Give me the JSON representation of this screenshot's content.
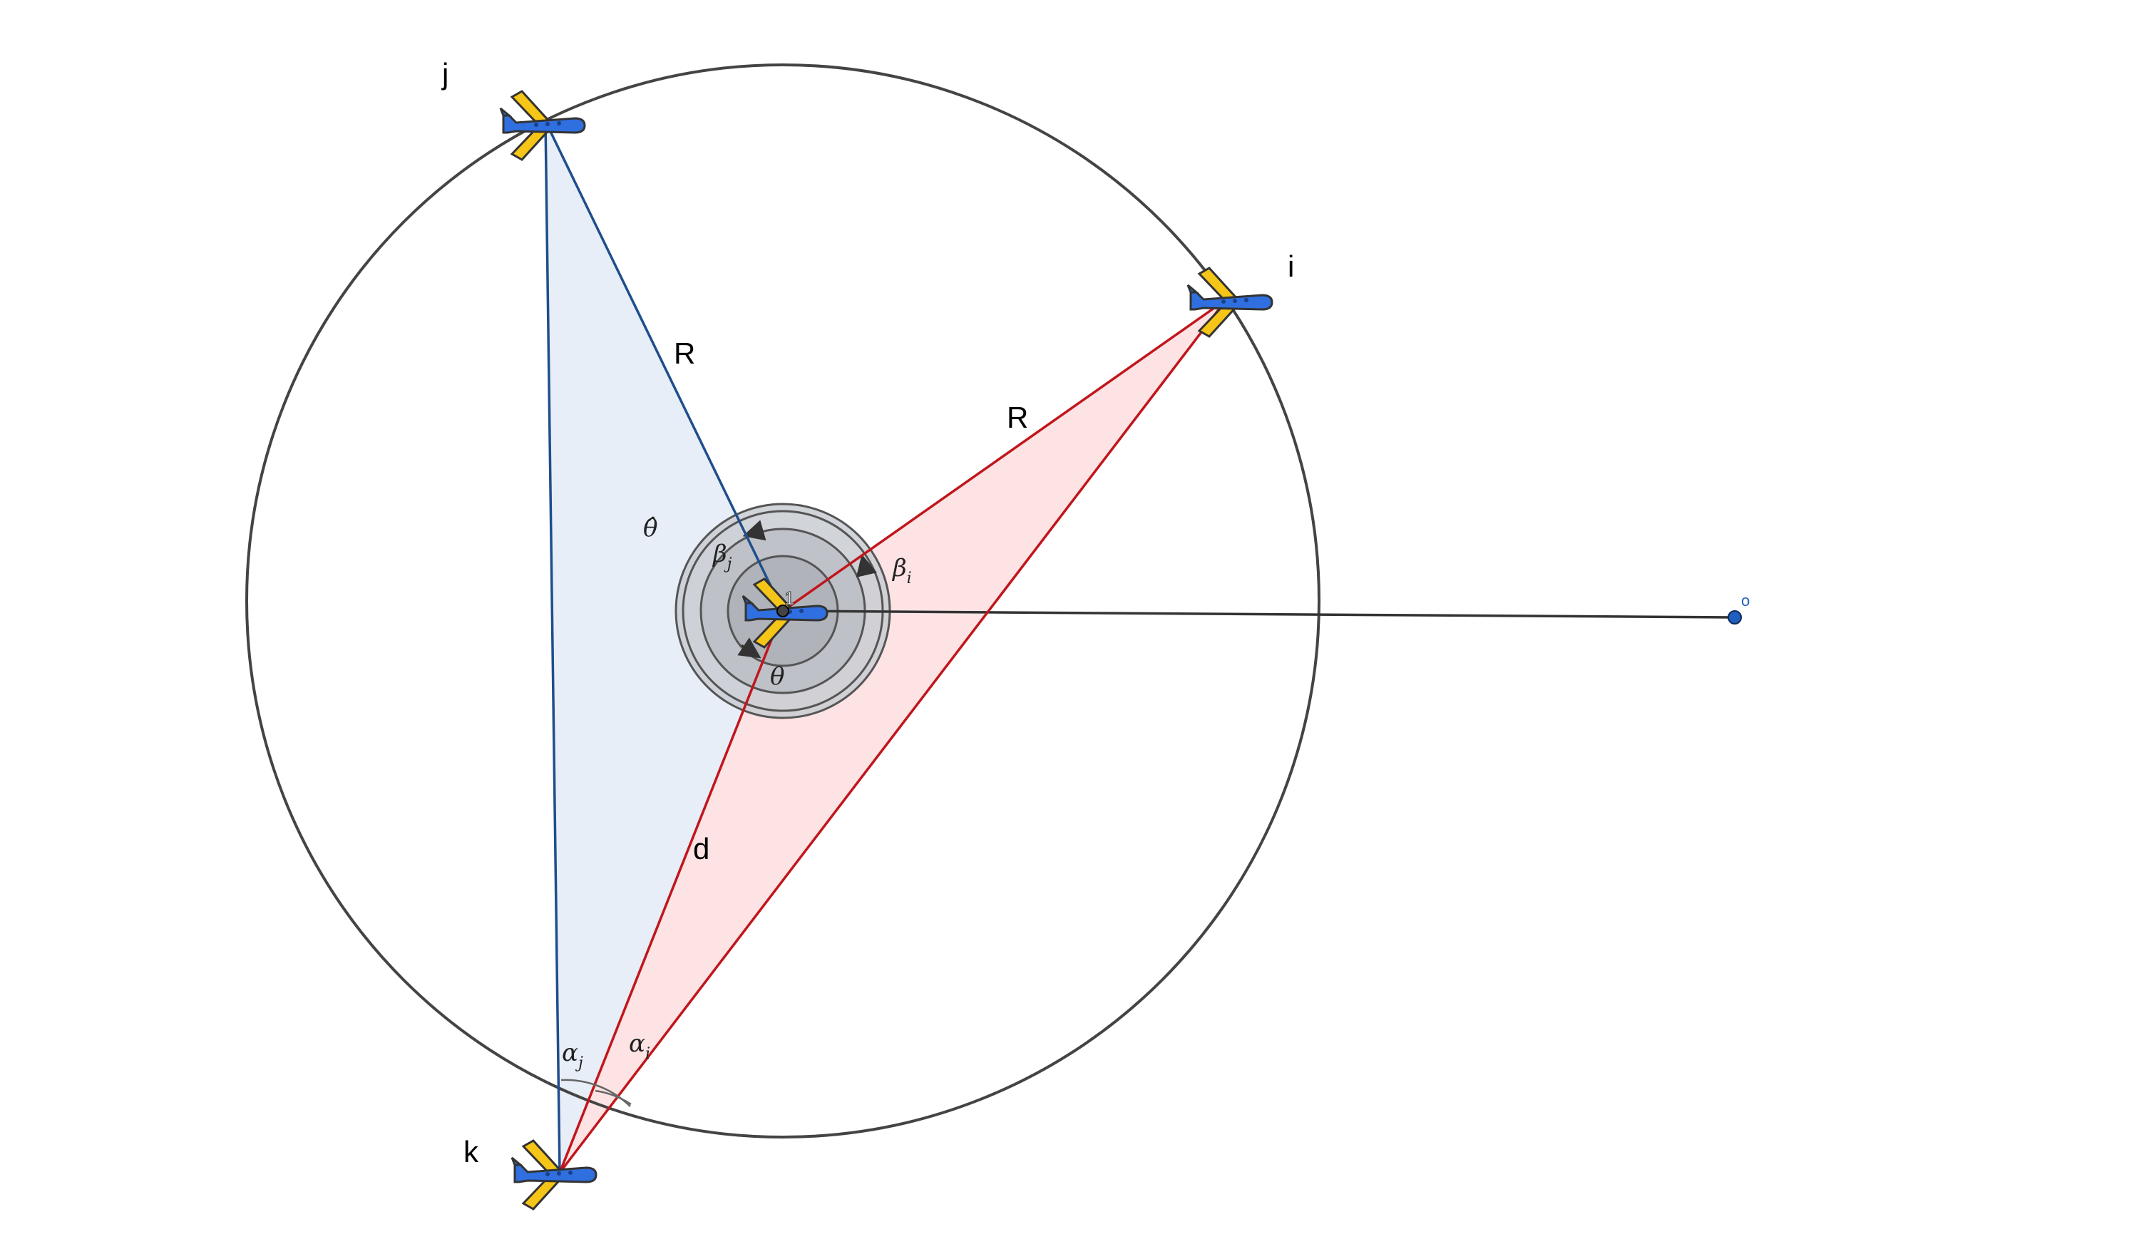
{
  "nodes": {
    "i": {
      "label": "i"
    },
    "j": {
      "label": "j"
    },
    "k": {
      "label": "k"
    },
    "center": {
      "label": "1"
    },
    "origin": {
      "label": "o"
    }
  },
  "edges": {
    "center_j": {
      "label": "R"
    },
    "center_i": {
      "label": "R"
    },
    "center_k": {
      "label": "d"
    }
  },
  "angles": {
    "theta": {
      "label": "θ"
    },
    "theta_hat": {
      "label": "θ̂"
    },
    "beta_i": {
      "symbol": "β",
      "sub": "i"
    },
    "beta_j": {
      "symbol": "β",
      "sub": "j"
    },
    "alpha_i": {
      "symbol": "α",
      "sub": "i"
    },
    "alpha_j": {
      "symbol": "α",
      "sub": "j"
    }
  },
  "colors": {
    "blue_line": "#1f4e8c",
    "red_line": "#c0161c",
    "blue_fill": "#e7eef8",
    "red_fill": "#fde3e4",
    "circle": "#444444",
    "plane_body": "#2f6fe0",
    "plane_wing": "#f5c518",
    "arc": "#555555"
  },
  "icons": {
    "aircraft": "airplane-icon",
    "origin_marker": "point-marker"
  }
}
